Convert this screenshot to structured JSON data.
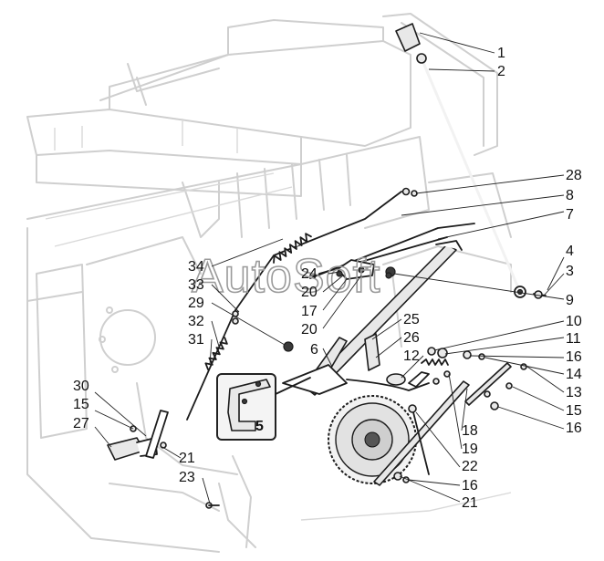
{
  "watermark": "AutoSoft",
  "labels": {
    "l1": "1",
    "l2": "2",
    "l28": "28",
    "l8": "8",
    "l7": "7",
    "l4": "4",
    "l3": "3",
    "l9": "9",
    "l10": "10",
    "l11": "11",
    "l16a": "16",
    "l14": "14",
    "l13": "13",
    "l15a": "15",
    "l16b": "16",
    "l18": "18",
    "l19": "19",
    "l22": "22",
    "l16c": "16",
    "l21a": "21",
    "l34": "34",
    "l33": "33",
    "l29": "29",
    "l32": "32",
    "l31": "31",
    "l24": "24",
    "l20a": "20",
    "l17": "17",
    "l20b": "20",
    "l6": "6",
    "l25": "25",
    "l26": "26",
    "l12": "12",
    "l30": "30",
    "l15b": "15",
    "l27": "27",
    "l21b": "21",
    "l23": "23",
    "l5": "5"
  }
}
